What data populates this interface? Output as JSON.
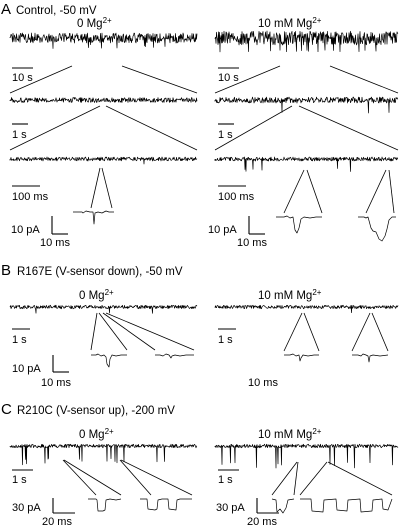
{
  "figure": {
    "panels": [
      {
        "letter": "A",
        "title": "Control, -50 mV",
        "conditions": [
          {
            "base": "0 Mg",
            "sup": "2+"
          },
          {
            "base": "10 mM Mg",
            "sup": "2+"
          }
        ],
        "scale_bars": {
          "tier1_time": "10 s",
          "tier2_time": "1 s",
          "tier3_time": "100 ms",
          "zoom_current": "10 pA",
          "zoom_time": "10 ms"
        }
      },
      {
        "letter": "B",
        "title": "R167E (V-sensor down), -50 mV",
        "conditions": [
          {
            "base": "0 Mg",
            "sup": "2+"
          },
          {
            "base": "10 mM Mg",
            "sup": "2+"
          }
        ],
        "scale_bars": {
          "trace_time": "1 s",
          "zoom_current": "10 pA",
          "zoom_time": "10 ms"
        }
      },
      {
        "letter": "C",
        "title": "R210C (V-sensor up), -200 mV",
        "conditions": [
          {
            "base": "0 Mg",
            "sup": "2+"
          },
          {
            "base": "10 mM Mg",
            "sup": "2+"
          }
        ],
        "scale_bars": {
          "trace_time": "1 s",
          "zoom_current": "30 pA",
          "zoom_time": "20 ms"
        }
      }
    ]
  }
}
